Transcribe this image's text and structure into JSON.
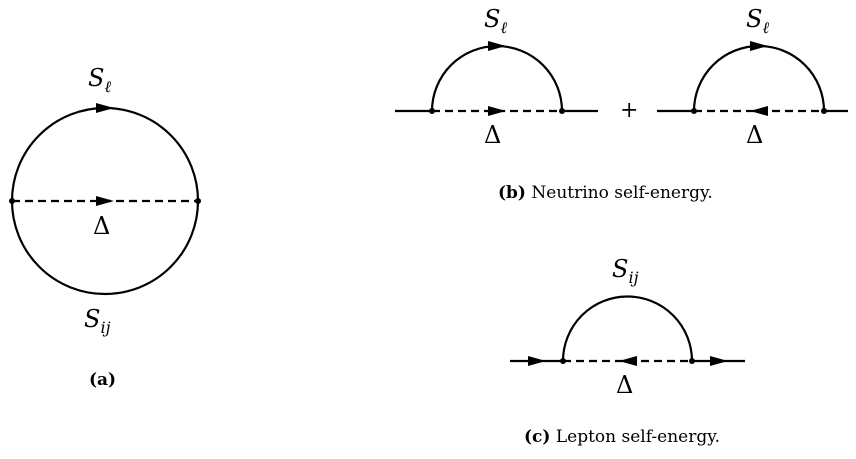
{
  "panel_a": {
    "top_label_main": "S",
    "top_label_sub": "ℓ",
    "middle_label": "Δ",
    "bottom_label_main": "S",
    "bottom_label_sub": "ij",
    "caption_tag": "(a)",
    "caption_text": ""
  },
  "panel_b": {
    "left_label_main": "S",
    "left_label_sub": "ℓ",
    "left_delta": "Δ",
    "plus": "+",
    "right_label_main": "S",
    "right_label_sub": "ℓ",
    "right_delta": "Δ",
    "caption_tag": "(b)",
    "caption_text": "Neutrino self-energy."
  },
  "panel_c": {
    "top_label_main": "S",
    "top_label_sub": "ij",
    "delta": "Δ",
    "caption_tag": "(c)",
    "caption_text": "Lepton self-energy."
  }
}
